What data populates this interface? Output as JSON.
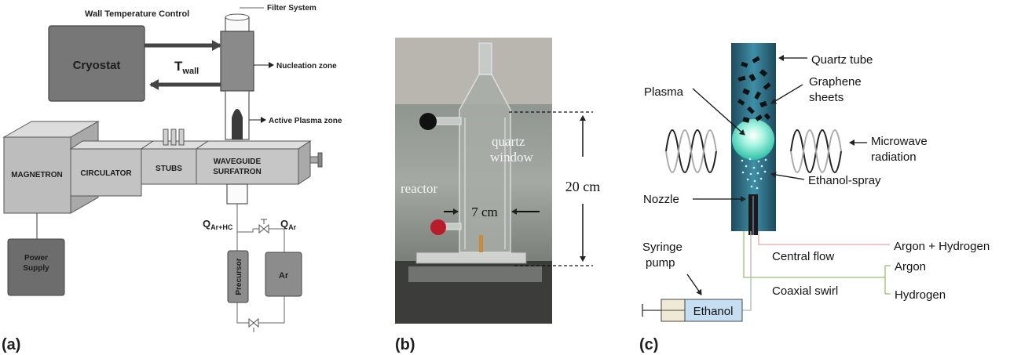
{
  "panel_a": {
    "label": "(a)",
    "wall_temperature_control": "Wall Temperature Control",
    "filter_system": "Filter System",
    "cryostat": "Cryostat",
    "t_wall_main": "T",
    "t_wall_sub": "wall",
    "nucleation_zone": "Nucleation zone",
    "active_plasma_zone": "Active Plasma zone",
    "magnetron": "MAGNETRON",
    "circulator": "CIRCULATOR",
    "stubs": "STUBS",
    "waveguide": "WAVEGUIDE",
    "surfatron": "SURFATRON",
    "q_ar_hc_main": "Q",
    "q_ar_hc_sub": "Ar+HC",
    "q_ar_main": "Q",
    "q_ar_sub": "Ar",
    "precursor": "Precursor",
    "ar": "Ar",
    "power_supply_line1": "Power",
    "power_supply_line2": "Supply"
  },
  "panel_b": {
    "label": "(b)",
    "quartz_line1": "quartz",
    "quartz_line2": "window",
    "reactor": "reactor",
    "width": "7 cm",
    "height": "20 cm"
  },
  "panel_c": {
    "label": "(c)",
    "quartz_tube": "Quartz tube",
    "graphene_line1": "Graphene",
    "graphene_line2": "sheets",
    "plasma": "Plasma",
    "microwave_line1": "Microwave",
    "microwave_line2": "radiation",
    "ethanol_spray": "Ethanol-spray",
    "nozzle": "Nozzle",
    "argon_hydrogen": "Argon + Hydrogen",
    "central_flow": "Central flow",
    "argon": "Argon",
    "coaxial_swirl": "Coaxial swirl",
    "hydrogen": "Hydrogen",
    "syringe_line1": "Syringe",
    "syringe_line2": "pump",
    "ethanol": "Ethanol"
  }
}
